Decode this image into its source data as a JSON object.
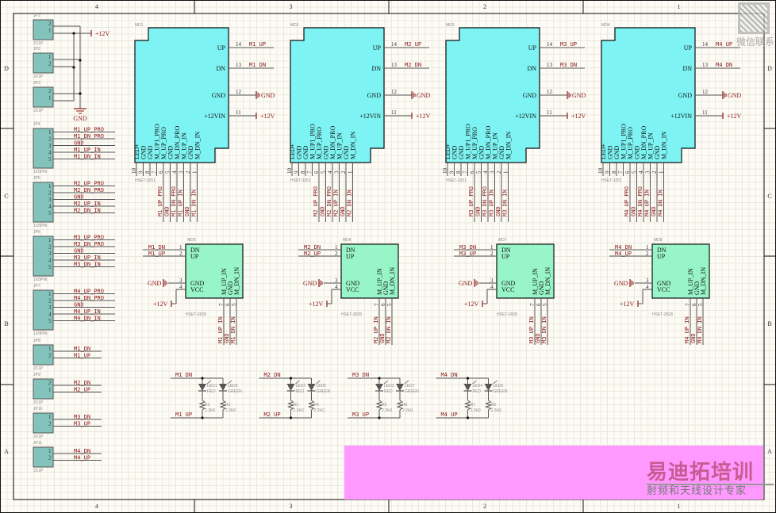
{
  "zones": {
    "columns": [
      "4",
      "3",
      "2",
      "1"
    ],
    "rows": [
      "D",
      "C",
      "B",
      "A"
    ]
  },
  "power": {
    "vcc": "+12V",
    "gnd": "GND"
  },
  "headers_power": [
    {
      "ref": "JP1",
      "footprint": "2X1P",
      "pins": [
        "2",
        "1"
      ]
    },
    {
      "ref": "JP2",
      "footprint": "2X1P",
      "pins": [
        "1",
        "2"
      ]
    },
    {
      "ref": "JP3",
      "footprint": "2X1P",
      "pins": [
        "2",
        "1"
      ]
    }
  ],
  "headers_5pin": [
    {
      "ref": "JP4",
      "footprint": "1X5PIN",
      "pins": [
        "1",
        "2",
        "3",
        "4",
        "5"
      ],
      "nets": [
        "M1_UP_PRO",
        "M1_DN_PRO",
        "GND",
        "M1_UP_IN",
        "M1_DN_IN"
      ]
    },
    {
      "ref": "JP5",
      "footprint": "1X5PIN",
      "pins": [
        "1",
        "2",
        "3",
        "4",
        "5"
      ],
      "nets": [
        "M2_UP_PRO",
        "M2_DN_PRO",
        "GND",
        "M2_UP_IN",
        "M2_DN_IN"
      ]
    },
    {
      "ref": "JP6",
      "footprint": "1X5PIN",
      "pins": [
        "1",
        "2",
        "3",
        "4",
        "5"
      ],
      "nets": [
        "M3_UP_PRO",
        "M3_DN_PRO",
        "GND",
        "M3_UP_IN",
        "M3_DN_IN"
      ]
    },
    {
      "ref": "JP7",
      "footprint": "1X5PIN",
      "pins": [
        "1",
        "2",
        "3",
        "4",
        "5"
      ],
      "nets": [
        "M4_UP_PRO",
        "M4_DN_PRO",
        "GND",
        "M4_UP_IN",
        "M4_DN_IN"
      ]
    }
  ],
  "headers_2pin": [
    {
      "ref": "JP8",
      "footprint": "2X1P",
      "pins": [
        "1",
        "2"
      ],
      "nets": [
        "M1_DN",
        "M1_UP"
      ]
    },
    {
      "ref": "JP9",
      "footprint": "2X1P",
      "pins": [
        "2",
        "1"
      ],
      "nets": [
        "M2_DN",
        "M2_UP"
      ]
    },
    {
      "ref": "JP10",
      "footprint": "2X1P",
      "pins": [
        "1",
        "2"
      ],
      "nets": [
        "M3_DN",
        "M3_UP"
      ]
    },
    {
      "ref": "JP11",
      "footprint": "2X1P",
      "pins": [
        "1",
        "2"
      ],
      "nets": [
        "M4_DN",
        "M4_UP"
      ]
    }
  ],
  "modules": [
    {
      "ref": "MD1",
      "part": "HSET-3251",
      "up_net": "M1_UP",
      "dn_net": "M1_DN",
      "bottom_nets": [
        "M1_UP_PRO",
        "GND",
        "M1_DN_PRO",
        "M1_UP_IN",
        "GND",
        "M1_DN_IN"
      ]
    },
    {
      "ref": "MD2",
      "part": "HSET-3251",
      "up_net": "M2_UP",
      "dn_net": "M2_DN",
      "bottom_nets": [
        "M2_UP_PRO",
        "GND",
        "M2_DN_PRO",
        "M2_UP_IN",
        "GND",
        "M2_DN_IN"
      ]
    },
    {
      "ref": "MD3",
      "part": "HSET-3251",
      "up_net": "M3_UP",
      "dn_net": "M3_DN",
      "bottom_nets": [
        "M3_UP_PRO",
        "GND",
        "M3_DN_PRO",
        "M3_UP_IN",
        "GND",
        "M3_DN_IN"
      ]
    },
    {
      "ref": "MD4",
      "part": "HSET-3251",
      "up_net": "M4_UP",
      "dn_net": "M4_DN",
      "bottom_nets": [
        "M4_UP_PRO",
        "GND",
        "M4_DN_PRO",
        "M4_UP_IN",
        "GND",
        "M4_DN_IN"
      ]
    }
  ],
  "module_pins": {
    "right": [
      {
        "num": "14",
        "name": "UP"
      },
      {
        "num": "13",
        "name": "DN"
      },
      {
        "num": "12",
        "name": "GND"
      },
      {
        "num": "11",
        "name": "+12VIN"
      }
    ],
    "bottom": [
      {
        "num": "10",
        "name": "LED+"
      },
      {
        "num": "9",
        "name": "GND"
      },
      {
        "num": "8",
        "name": "GND"
      },
      {
        "num": "7",
        "name": "M_UP1_PRO"
      },
      {
        "num": "6",
        "name": "M_UP_PRO"
      },
      {
        "num": "5",
        "name": "GND"
      },
      {
        "num": "4",
        "name": "M_DN_PRO"
      },
      {
        "num": "3",
        "name": "M_UP_IN"
      },
      {
        "num": "2",
        "name": "GND"
      },
      {
        "num": "1",
        "name": "M_DN_IN"
      }
    ]
  },
  "drivers": [
    {
      "ref": "MD5",
      "part": "HSET-2828",
      "dn_net": "M1_DN",
      "up_net": "M1_UP",
      "bottom_nets": [
        "M1_UP_IN",
        "GND",
        "M1_DN_IN"
      ]
    },
    {
      "ref": "MD6",
      "part": "HSET-2828",
      "dn_net": "M2_DN",
      "up_net": "M2_UP",
      "bottom_nets": [
        "M2_UP_IN",
        "GND",
        "M2_DN_IN"
      ]
    },
    {
      "ref": "MD7",
      "part": "HSET-2828",
      "dn_net": "M3_DN",
      "up_net": "M3_UP",
      "bottom_nets": [
        "M3_UP_IN",
        "GND",
        "M3_DN_IN"
      ]
    },
    {
      "ref": "MD8",
      "part": "HSET-2828",
      "dn_net": "M4_DN",
      "up_net": "M4_UP",
      "bottom_nets": [
        "M4_UP_IN",
        "GND",
        "M4_DN_IN"
      ]
    }
  ],
  "driver_pins": {
    "left": [
      {
        "num": "1",
        "name": "DN"
      },
      {
        "num": "2",
        "name": "UP"
      },
      {
        "num": "3",
        "name": "GND"
      },
      {
        "num": "4",
        "name": "VCC"
      }
    ],
    "bottom": [
      {
        "num": "7",
        "name": "M_UP_IN"
      },
      {
        "num": "6",
        "name": "GND"
      },
      {
        "num": "5",
        "name": "M_DN_IN"
      }
    ]
  },
  "led_groups": [
    {
      "dn_net": "M1_DN",
      "up_net": "M1_UP",
      "led_a": "LED1",
      "color_a": "RED",
      "led_b": "LED5",
      "color_b": "GREEN",
      "r_a": "R1",
      "val_a": "2.2kΩ",
      "r_b": "R2",
      "val_b": "2.2kΩ"
    },
    {
      "dn_net": "M2_DN",
      "up_net": "M2_UP",
      "led_a": "LED2",
      "color_a": "RED",
      "led_b": "LED6",
      "color_b": "GREEN",
      "r_a": "R3",
      "val_a": "2.2kΩ",
      "r_b": "R4",
      "val_b": "2.2kΩ"
    },
    {
      "dn_net": "M3_DN",
      "up_net": "M3_UP",
      "led_a": "LED3",
      "color_a": "RED",
      "led_b": "LED7",
      "color_b": "GREEN",
      "r_a": "R5",
      "val_a": "2.2kΩ",
      "r_b": "R6",
      "val_b": "2.2kΩ"
    },
    {
      "dn_net": "M4_DN",
      "up_net": "M4_UP",
      "led_a": "LED4",
      "color_a": "RED",
      "led_b": "LED8",
      "color_b": "GREEN",
      "r_a": "R7",
      "val_a": "2.2kΩ",
      "r_b": "R8",
      "val_b": "2.2kΩ"
    }
  ],
  "watermark": {
    "brand": "易迪拓培训",
    "tagline": "射频和天线设计专家",
    "qr_label": "微信联系"
  },
  "colors": {
    "module": "#7ef3f3",
    "driver": "#98f5c8",
    "header": "#84c3bc",
    "net": "#8b1a1a",
    "wire": "#555555",
    "overlay": "#ff99ff"
  }
}
